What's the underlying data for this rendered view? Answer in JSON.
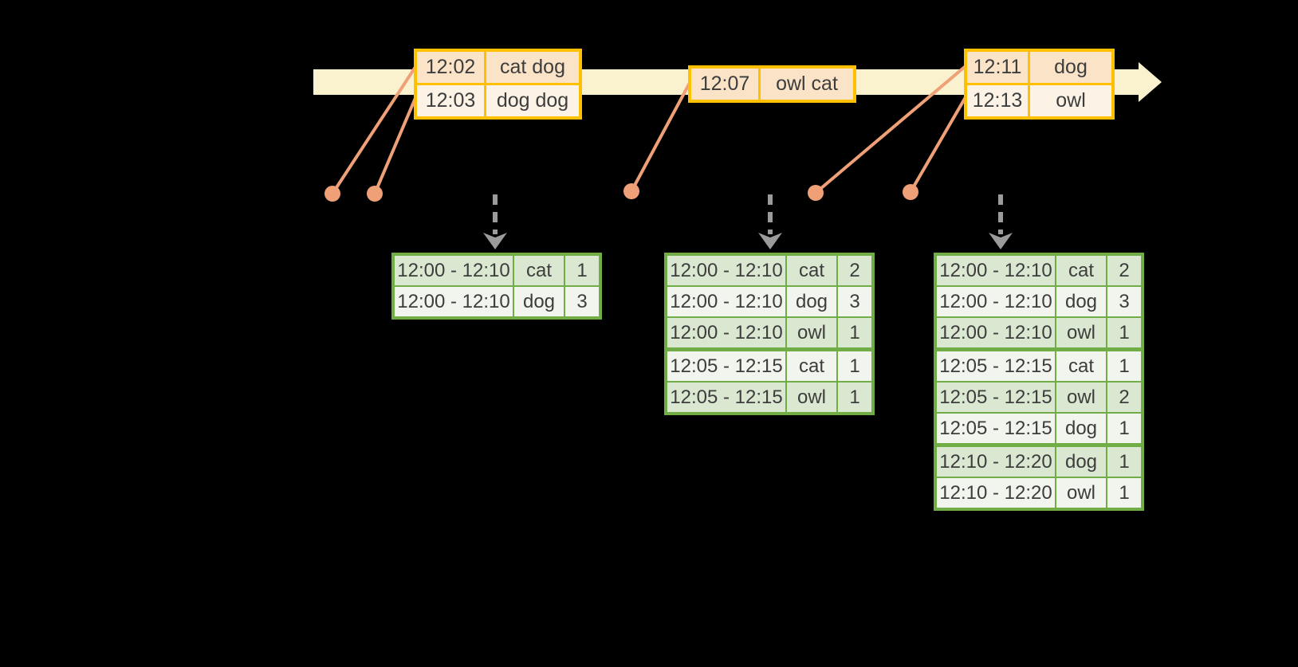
{
  "timeline": {
    "arrow_icon": "right-arrow",
    "band_color": "#FAF2CF",
    "event_marker_color": "#EFA077"
  },
  "event_tables": [
    {
      "name": "events-batch-1",
      "rows": [
        {
          "time": "12:02",
          "words": "cat dog"
        },
        {
          "time": "12:03",
          "words": "dog dog"
        }
      ]
    },
    {
      "name": "events-batch-2",
      "rows": [
        {
          "time": "12:07",
          "words": "owl cat"
        }
      ]
    },
    {
      "name": "events-batch-3",
      "rows": [
        {
          "time": "12:11",
          "words": "dog"
        },
        {
          "time": "12:13",
          "words": "owl"
        }
      ]
    }
  ],
  "result_tables": [
    {
      "name": "result-table-1",
      "rows": [
        {
          "window": "12:00 - 12:10",
          "word": "cat",
          "count": "1"
        },
        {
          "window": "12:00 - 12:10",
          "word": "dog",
          "count": "3"
        }
      ]
    },
    {
      "name": "result-table-2",
      "rows": [
        {
          "window": "12:00 - 12:10",
          "word": "cat",
          "count": "2"
        },
        {
          "window": "12:00 - 12:10",
          "word": "dog",
          "count": "3"
        },
        {
          "window": "12:00 - 12:10",
          "word": "owl",
          "count": "1"
        },
        {
          "window": "12:05 - 12:15",
          "word": "cat",
          "count": "1"
        },
        {
          "window": "12:05 - 12:15",
          "word": "owl",
          "count": "1"
        }
      ]
    },
    {
      "name": "result-table-3",
      "rows": [
        {
          "window": "12:00 - 12:10",
          "word": "cat",
          "count": "2"
        },
        {
          "window": "12:00 - 12:10",
          "word": "dog",
          "count": "3"
        },
        {
          "window": "12:00 - 12:10",
          "word": "owl",
          "count": "1"
        },
        {
          "window": "12:05 - 12:15",
          "word": "cat",
          "count": "1"
        },
        {
          "window": "12:05 - 12:15",
          "word": "owl",
          "count": "2"
        },
        {
          "window": "12:05 - 12:15",
          "word": "dog",
          "count": "1"
        },
        {
          "window": "12:10 - 12:20",
          "word": "dog",
          "count": "1"
        },
        {
          "window": "12:10 - 12:20",
          "word": "owl",
          "count": "1"
        }
      ]
    }
  ],
  "colors": {
    "background": "#000000",
    "event_border": "#FFC000",
    "event_row_dark": "#FAE3C7",
    "event_row_light": "#FCF3E6",
    "timeline_band": "#FAF2CF",
    "event_marker": "#EFA077",
    "result_border": "#70AD47",
    "result_row_dark": "#DBE8D1",
    "result_row_light": "#F1F5ED",
    "trigger_arrow": "#9B9B9B",
    "text": "#3D3D3D"
  }
}
